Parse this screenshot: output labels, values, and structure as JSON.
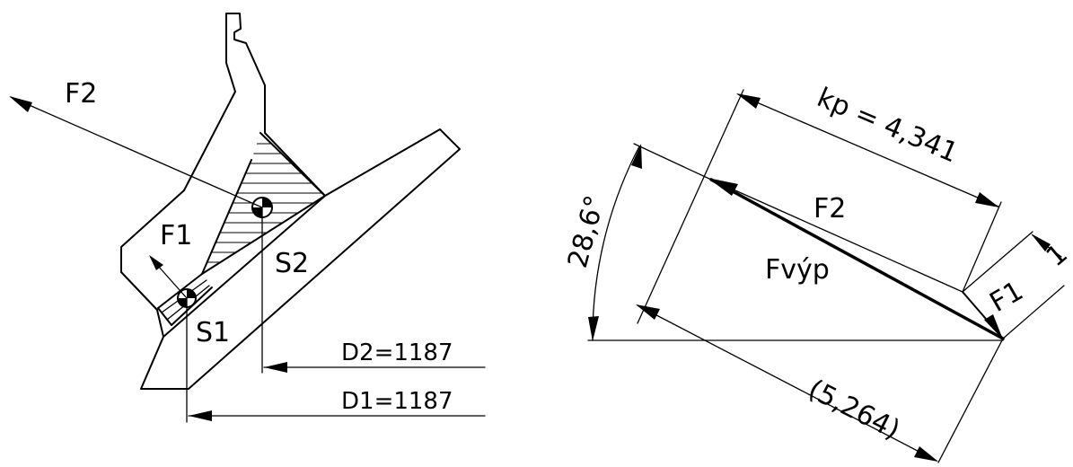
{
  "left_view": {
    "labels": {
      "f1": "F1",
      "f2": "F2",
      "s1": "S1",
      "s2": "S2",
      "d1": "D1=1187",
      "d2": "D2=1187"
    }
  },
  "right_view": {
    "labels": {
      "f1": "F1",
      "f2": "F2",
      "fvyp": "Fvýp",
      "kp": "kp = 4,341",
      "angle": "28,6°",
      "length": "(5,264)",
      "f1_dim": "1"
    }
  }
}
